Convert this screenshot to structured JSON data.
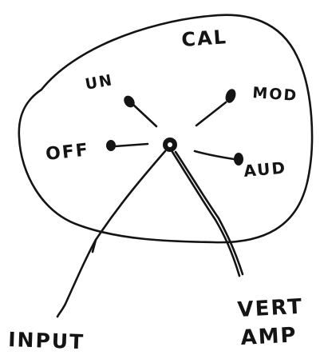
{
  "diagram": {
    "labels": {
      "cal": "CAL",
      "un": "UN",
      "mod": "MOD",
      "off": "OFF",
      "aud": "AUD",
      "input": "INPUT",
      "vert_amp_line1": "VERT",
      "vert_amp_line2": "AMP"
    },
    "ink_color": "#141414"
  }
}
